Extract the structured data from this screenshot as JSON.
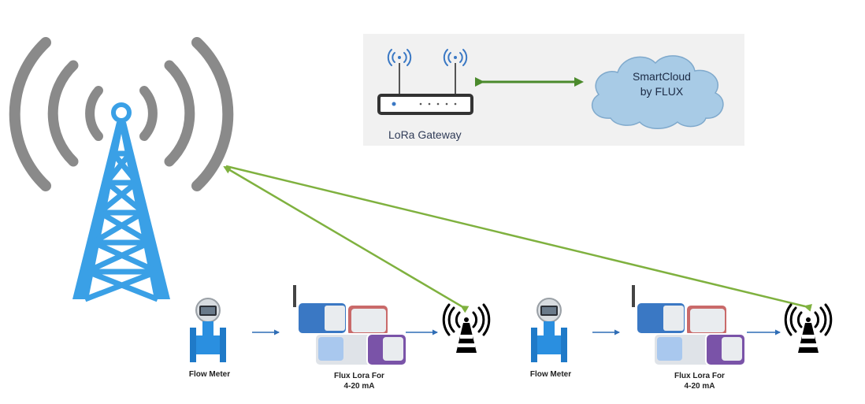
{
  "gateway": {
    "label": "LoRa Gateway"
  },
  "cloud": {
    "line1": "SmartCloud",
    "line2": "by FLUX"
  },
  "nodes": [
    {
      "meter_label": "Flow Meter",
      "device_label_line1": "Flux Lora For",
      "device_label_line2": "4-20 mA"
    },
    {
      "meter_label": "Flow Meter",
      "device_label_line1": "Flux Lora For",
      "device_label_line2": "4-20 mA"
    }
  ],
  "colors": {
    "tower": "#3aa0e6",
    "signal_arcs": "#8a8a8a",
    "link_green": "#7fb13f",
    "gateway_arrow": "#4b8a2c",
    "cloud": "#a8cbe6",
    "flow_arrow": "#2f6db5",
    "panel_bg": "#f1f1f1"
  }
}
